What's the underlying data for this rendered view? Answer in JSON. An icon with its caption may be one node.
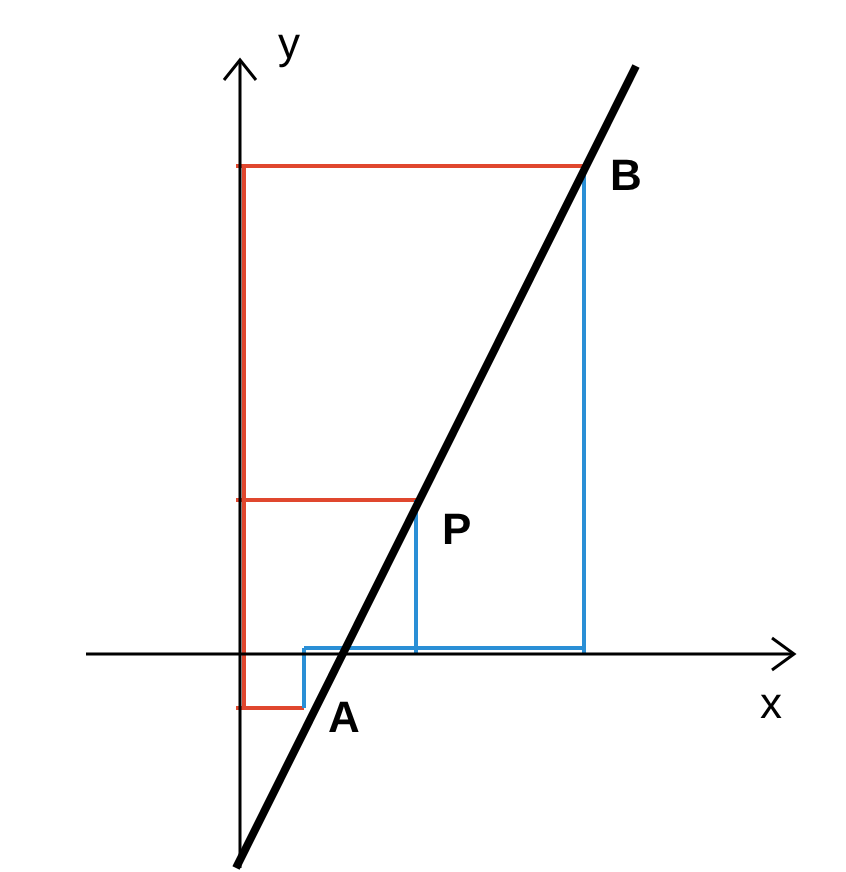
{
  "diagram": {
    "labels": [
      "y",
      "B",
      "P",
      "x",
      "A"
    ]
  }
}
